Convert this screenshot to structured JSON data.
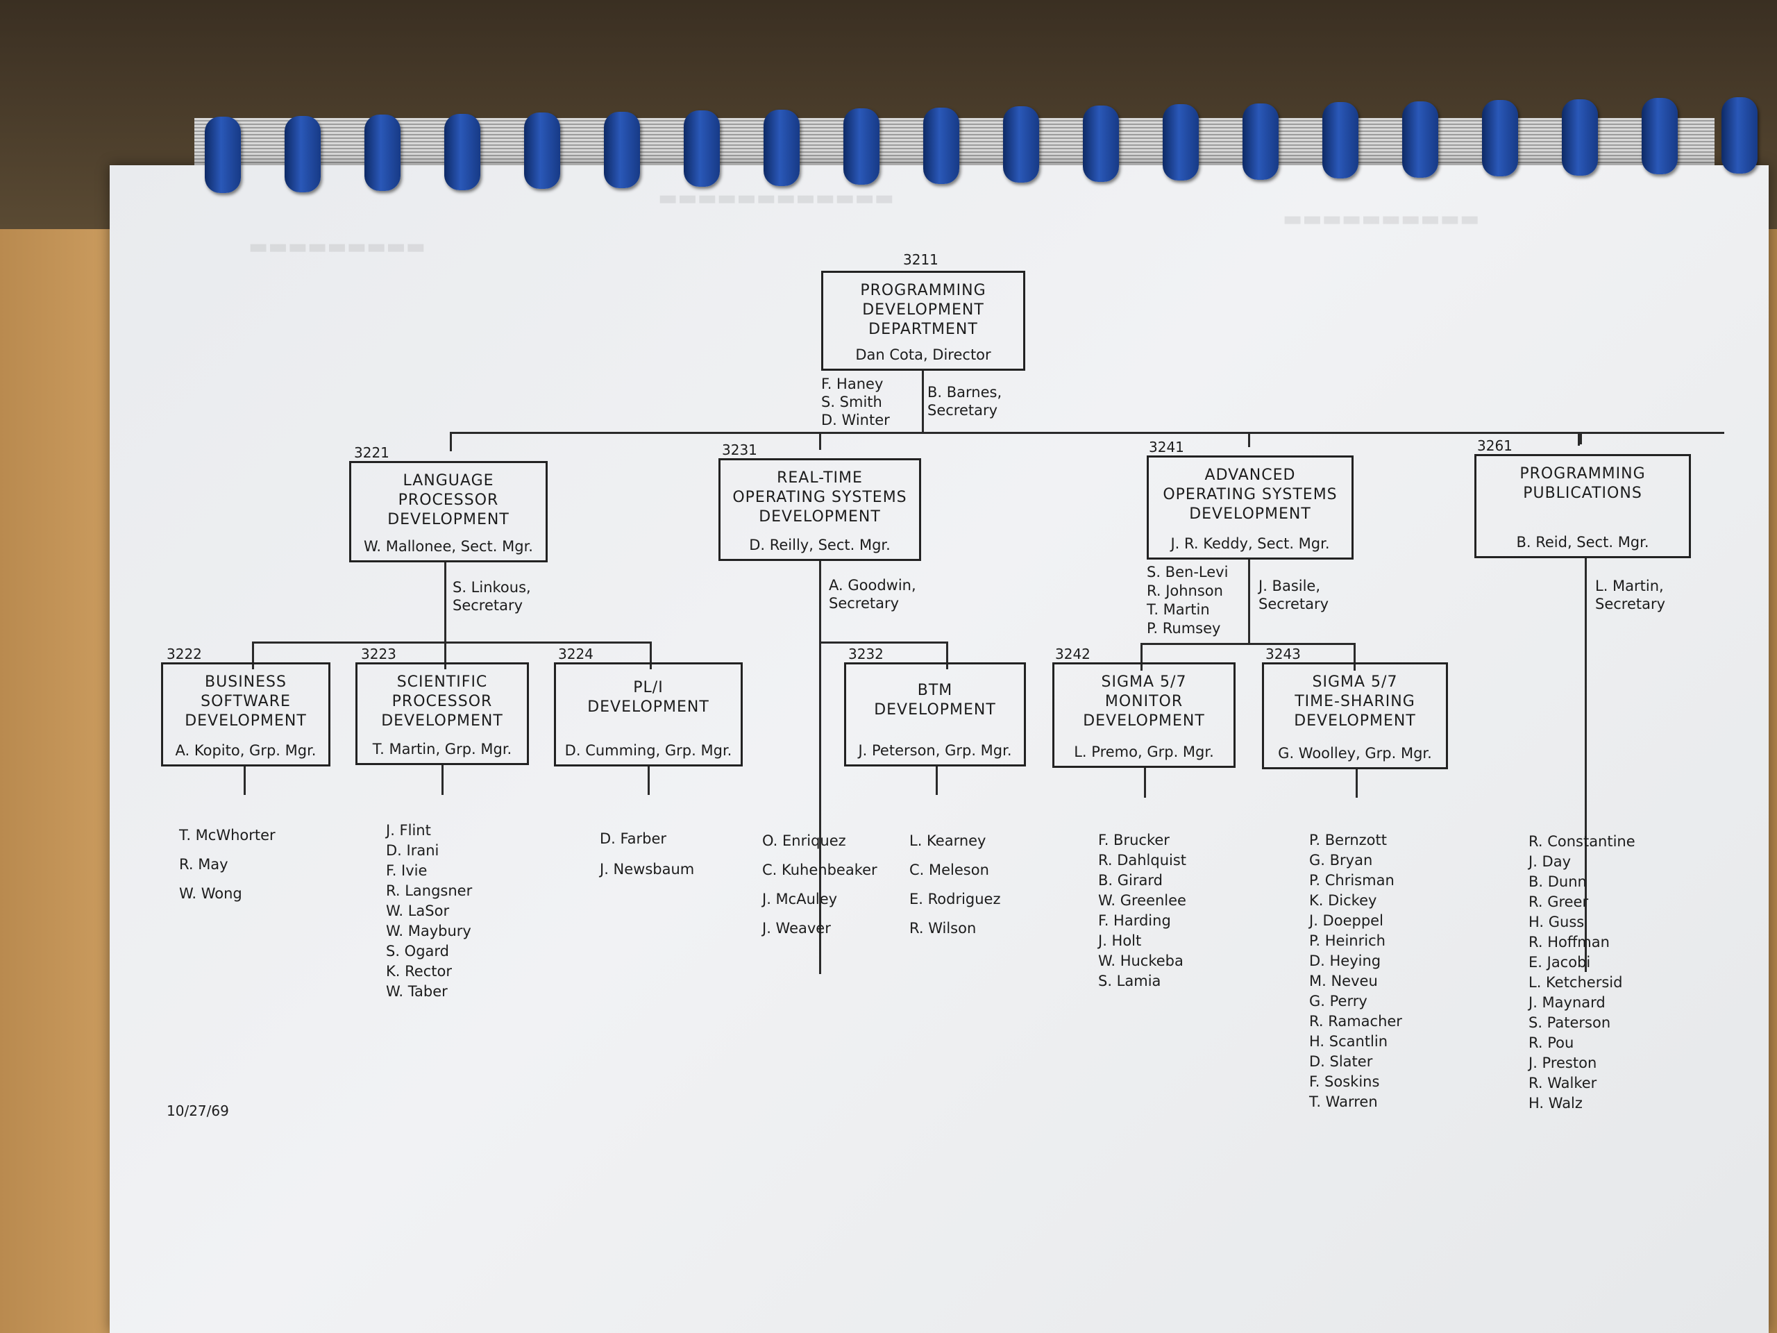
{
  "top": {
    "code": "3211",
    "title": "PROGRAMMING\nDEVELOPMENT\nDEPARTMENT",
    "manager": "Dan Cota, Director",
    "staff": [
      "F. Haney",
      "S. Smith",
      "D. Winter"
    ],
    "secretary": [
      "B. Barnes,",
      "Secretary"
    ]
  },
  "sections": [
    {
      "code": "3221",
      "title": "LANGUAGE\nPROCESSOR\nDEVELOPMENT",
      "manager": "W. Mallonee, Sect. Mgr.",
      "secretary": [
        "S. Linkous,",
        "Secretary"
      ]
    },
    {
      "code": "3231",
      "title": "REAL-TIME\nOPERATING SYSTEMS\nDEVELOPMENT",
      "manager": "D. Reilly, Sect. Mgr.",
      "secretary": [
        "A. Goodwin,",
        "Secretary"
      ]
    },
    {
      "code": "3241",
      "title": "ADVANCED\nOPERATING SYSTEMS\nDEVELOPMENT",
      "manager": "J. R. Keddy, Sect. Mgr.",
      "staff": [
        "S. Ben-Levi",
        "R. Johnson",
        "T. Martin",
        "P. Rumsey"
      ],
      "secretary": [
        "J. Basile,",
        "Secretary"
      ]
    },
    {
      "code": "3261",
      "title": "PROGRAMMING\nPUBLICATIONS",
      "manager": "B. Reid, Sect. Mgr.",
      "secretary": [
        "L. Martin,",
        "Secretary"
      ]
    }
  ],
  "groups": [
    {
      "code": "3222",
      "title": "BUSINESS\nSOFTWARE\nDEVELOPMENT",
      "manager": "A. Kopito, Grp. Mgr."
    },
    {
      "code": "3223",
      "title": "SCIENTIFIC\nPROCESSOR\nDEVELOPMENT",
      "manager": "T. Martin, Grp. Mgr."
    },
    {
      "code": "3224",
      "title": "PL/I\nDEVELOPMENT",
      "manager": "D. Cumming, Grp. Mgr."
    },
    {
      "code": "3232",
      "title": "BTM\nDEVELOPMENT",
      "manager": "J. Peterson, Grp. Mgr."
    },
    {
      "code": "3242",
      "title": "SIGMA 5/7\nMONITOR\nDEVELOPMENT",
      "manager": "L. Premo, Grp. Mgr."
    },
    {
      "code": "3243",
      "title": "SIGMA 5/7\nTIME-SHARING\nDEVELOPMENT",
      "manager": "G. Woolley, Grp. Mgr."
    }
  ],
  "rosters": {
    "business": [
      "T. McWhorter",
      "R. May",
      "W. Wong"
    ],
    "scientific": [
      "J. Flint",
      "D. Irani",
      "F. Ivie",
      "R. Langsner",
      "W. LaSor",
      "W. Maybury",
      "S. Ogard",
      "K. Rector",
      "W. Taber"
    ],
    "pli": [
      "D. Farber",
      "J. Newsbaum"
    ],
    "realtime_a": [
      "O. Enriquez",
      "C. Kuhenbeaker",
      "J. McAuley",
      "J. Weaver"
    ],
    "realtime_b": [
      "L. Kearney",
      "C. Meleson",
      "E. Rodriguez",
      "R. Wilson"
    ],
    "monitor": [
      "F. Brucker",
      "R. Dahlquist",
      "B. Girard",
      "W. Greenlee",
      "F. Harding",
      "J. Holt",
      "W. Huckeba",
      "S. Lamia"
    ],
    "timesharing": [
      "P. Bernzott",
      "G. Bryan",
      "P. Chrisman",
      "K. Dickey",
      "J. Doeppel",
      "P. Heinrich",
      "D. Heying",
      "M. Neveu",
      "G. Perry",
      "R. Ramacher",
      "H. Scantlin",
      "D. Slater",
      "F. Soskins",
      "T. Warren"
    ],
    "publications": [
      "R. Constantine",
      "J. Day",
      "B. Dunn",
      "R. Greer",
      "H. Guss",
      "R. Hoffman",
      "E. Jacobi",
      "L. Ketchersid",
      "J. Maynard",
      "S. Paterson",
      "R. Pou",
      "J. Preston",
      "R. Walker",
      "H. Walz"
    ]
  },
  "date": "10/27/69"
}
